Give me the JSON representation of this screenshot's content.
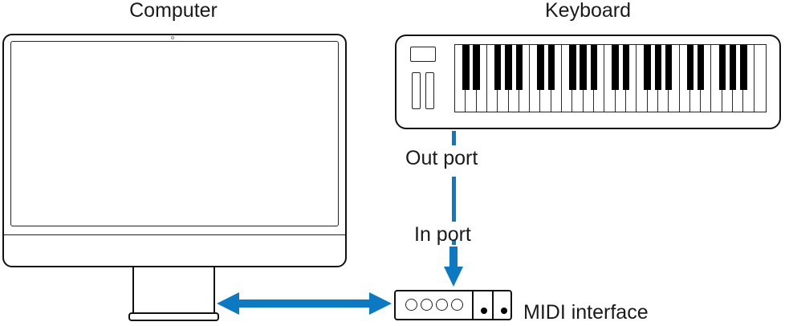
{
  "labels": {
    "computer": "Computer",
    "keyboard": "Keyboard",
    "out_port": "Out port",
    "in_port": "In port",
    "midi_interface": "MIDI interface"
  },
  "colors": {
    "accent_blue": "#0d79c2",
    "outline": "#111111",
    "text": "#1a1a1a"
  },
  "keyboard": {
    "white_key_count": 29,
    "black_key_octave_pattern": [
      0,
      1,
      3,
      4,
      5
    ],
    "octaves": 4
  },
  "midi_interface": {
    "din_port_count": 4,
    "indicator_dot_count": 2
  }
}
